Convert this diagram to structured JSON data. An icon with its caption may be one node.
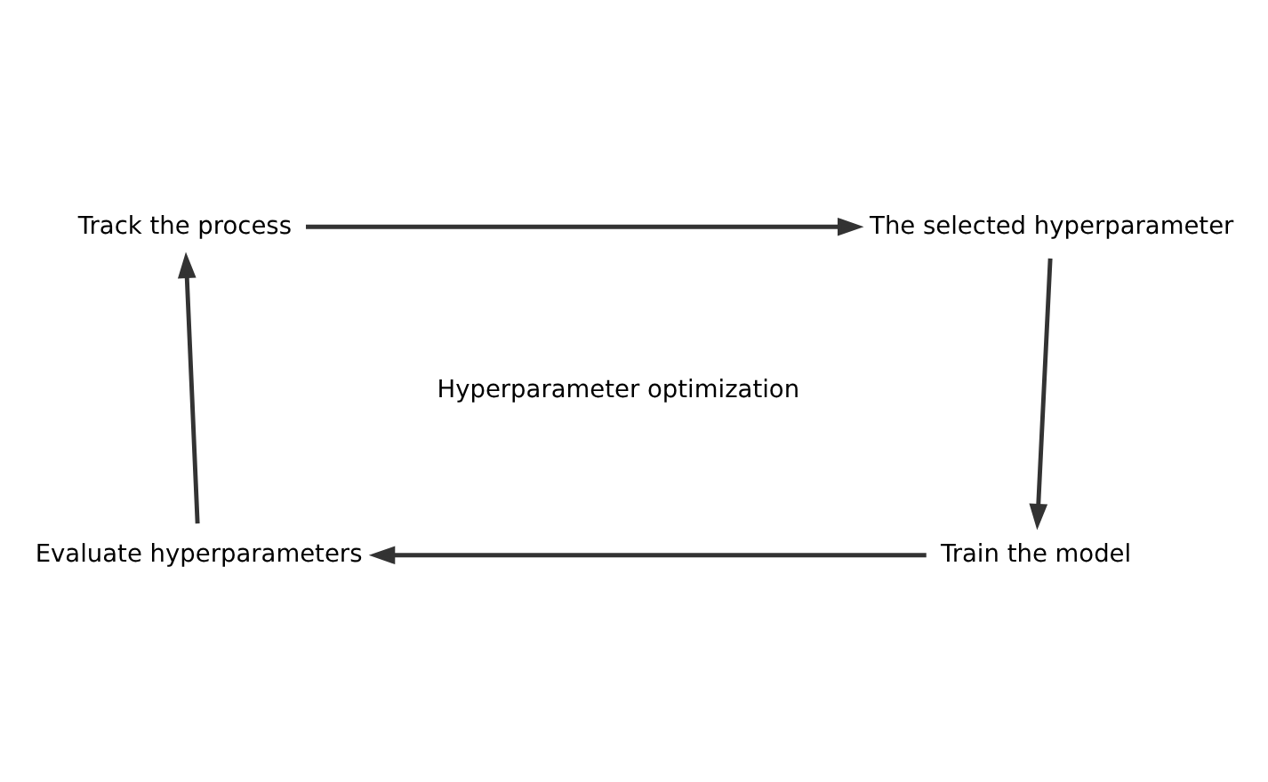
{
  "diagram": {
    "nodes": [
      {
        "text": [
          "Track the process"
        ]
      },
      {
        "text": [
          "The selected hyperparameter"
        ]
      },
      {
        "text": [
          "Train the model"
        ]
      },
      {
        "text": [
          "Evaluate hyperparameters"
        ]
      }
    ],
    "edges": [
      {
        "from": 0,
        "to": 1,
        "arrow": "to"
      },
      {
        "from": 1,
        "to": 2,
        "arrow": "to"
      },
      {
        "from": 2,
        "to": 3,
        "arrow": "to"
      },
      {
        "from": 3,
        "to": 0,
        "arrow": "to"
      }
    ],
    "labels": [
      "Hyperparameter optimization"
    ]
  }
}
